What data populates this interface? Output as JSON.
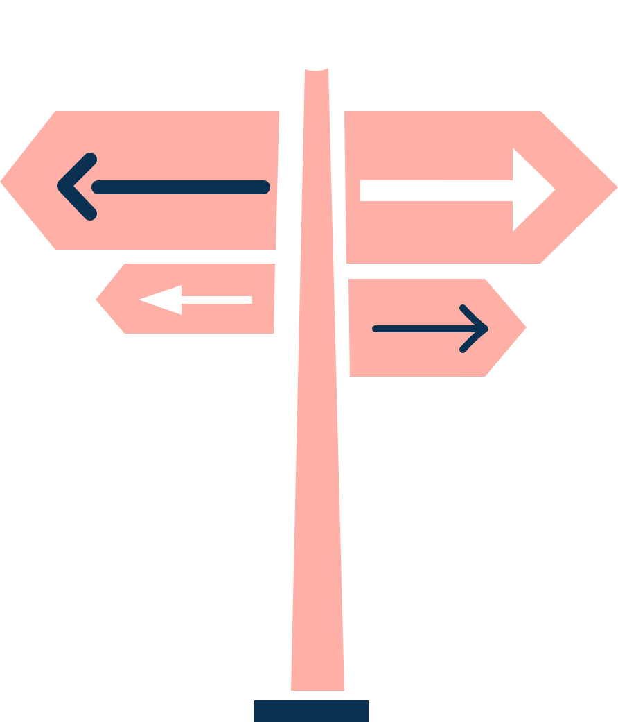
{
  "illustration": {
    "subject": "signpost-icon",
    "signs": [
      {
        "icon": "arrow-left-icon",
        "side": "left",
        "tier": "upper"
      },
      {
        "icon": "arrow-left-icon",
        "side": "left",
        "tier": "lower"
      },
      {
        "icon": "arrow-right-icon",
        "side": "right",
        "tier": "upper"
      },
      {
        "icon": "arrow-right-icon",
        "side": "right",
        "tier": "lower"
      }
    ]
  },
  "colors": {
    "background": "#ffffff",
    "sign": "#ffb0a6",
    "sign_shadow": "#ff8f86",
    "pole": "#ffb0a6",
    "pole_texture": "#ff8a82",
    "arrow_dark": "#0b3152",
    "arrow_light": "#ffffff",
    "base": "#0b3152"
  }
}
